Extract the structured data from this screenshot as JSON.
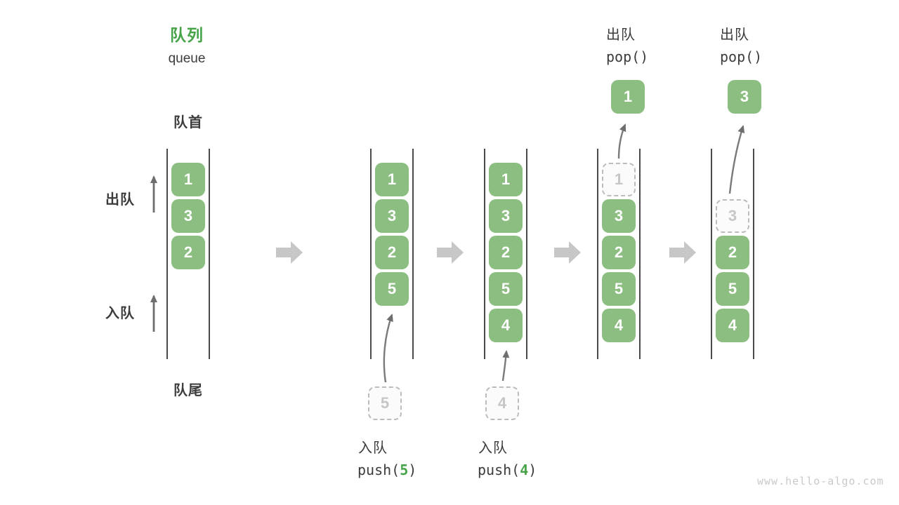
{
  "title": {
    "zh": "队列",
    "en": "queue"
  },
  "labels": {
    "front": "队首",
    "rear": "队尾",
    "dequeue_side": "出队",
    "enqueue_side": "入队"
  },
  "colors": {
    "box_green": "#8CBE82",
    "accent_green": "#47A348",
    "dark_text": "#3C3C3C",
    "channel_line": "#4A4A4A",
    "ghost_border": "#BCBCBC",
    "block_arrow": "#C7C7C7",
    "thin_arrow": "#7A7A7A"
  },
  "states": [
    {
      "name": "initial",
      "cells": [
        {
          "v": "1",
          "type": "solid"
        },
        {
          "v": "3",
          "type": "solid"
        },
        {
          "v": "2",
          "type": "solid"
        }
      ]
    },
    {
      "name": "after-push-5",
      "cells": [
        {
          "v": "1",
          "type": "solid"
        },
        {
          "v": "3",
          "type": "solid"
        },
        {
          "v": "2",
          "type": "solid"
        },
        {
          "v": "5",
          "type": "solid"
        }
      ]
    },
    {
      "name": "after-push-4",
      "cells": [
        {
          "v": "1",
          "type": "solid"
        },
        {
          "v": "3",
          "type": "solid"
        },
        {
          "v": "2",
          "type": "solid"
        },
        {
          "v": "5",
          "type": "solid"
        },
        {
          "v": "4",
          "type": "solid"
        }
      ]
    },
    {
      "name": "after-pop-1",
      "popped": "1",
      "cells": [
        {
          "v": "1",
          "type": "ghost"
        },
        {
          "v": "3",
          "type": "solid"
        },
        {
          "v": "2",
          "type": "solid"
        },
        {
          "v": "5",
          "type": "solid"
        },
        {
          "v": "4",
          "type": "solid"
        }
      ]
    },
    {
      "name": "after-pop-3",
      "popped": "3",
      "cells": [
        {
          "v": "3",
          "type": "ghost"
        },
        {
          "v": "2",
          "type": "solid"
        },
        {
          "v": "5",
          "type": "solid"
        },
        {
          "v": "4",
          "type": "solid"
        }
      ]
    }
  ],
  "ops": {
    "push5": {
      "label": "入队",
      "fn": "push(",
      "arg": "5",
      "close": ")",
      "staged": "5"
    },
    "push4": {
      "label": "入队",
      "fn": "push(",
      "arg": "4",
      "close": ")",
      "staged": "4"
    },
    "pop1": {
      "label": "出队",
      "fn": "pop()"
    },
    "pop2": {
      "label": "出队",
      "fn": "pop()"
    }
  },
  "watermark": "www.hello-algo.com"
}
